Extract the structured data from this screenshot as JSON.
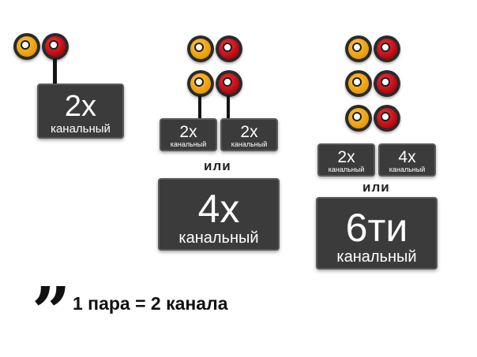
{
  "colors": {
    "jack_yellow": "#f2a61a",
    "jack_red": "#d3101a",
    "box_bg": "#3b3b3b",
    "box_border": "#5a5a5a"
  },
  "group1": {
    "box": {
      "number": "2x",
      "word": "канальный"
    }
  },
  "group2": {
    "small_boxes": [
      {
        "number": "2x",
        "word": "канальный"
      },
      {
        "number": "2x",
        "word": "канальный"
      }
    ],
    "or_label": "или",
    "big_box": {
      "number": "4x",
      "word": "канальный"
    }
  },
  "group3": {
    "small_boxes": [
      {
        "number": "2x",
        "word": "канальный"
      },
      {
        "number": "4x",
        "word": "канальный"
      }
    ],
    "or_label": "или",
    "big_box": {
      "number": "6ти",
      "word": "канальный"
    }
  },
  "legend": {
    "quote_mark": "”",
    "text": "1 пара = 2 канала"
  }
}
